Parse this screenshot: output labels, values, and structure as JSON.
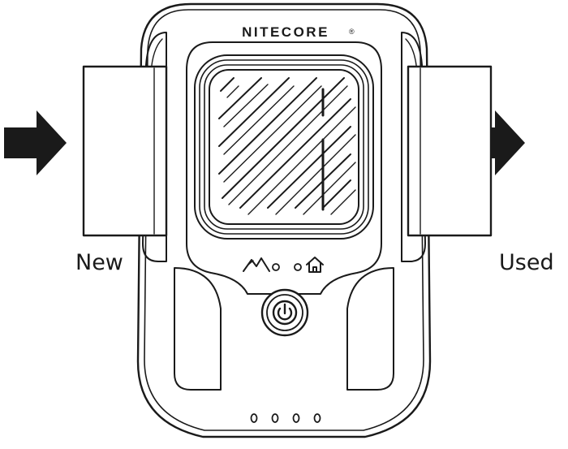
{
  "brand": "NITECORE",
  "registered_mark": "®",
  "labels": {
    "new": "New",
    "used": "Used"
  },
  "icons": [
    "arrow-right-icon",
    "outdoor-mode-icon",
    "home-mode-icon",
    "power-icon"
  ],
  "mode_indicators": 2,
  "battery_indicators": 4,
  "colors": {
    "line": "#1a1a1a",
    "fill": "#ffffff"
  }
}
